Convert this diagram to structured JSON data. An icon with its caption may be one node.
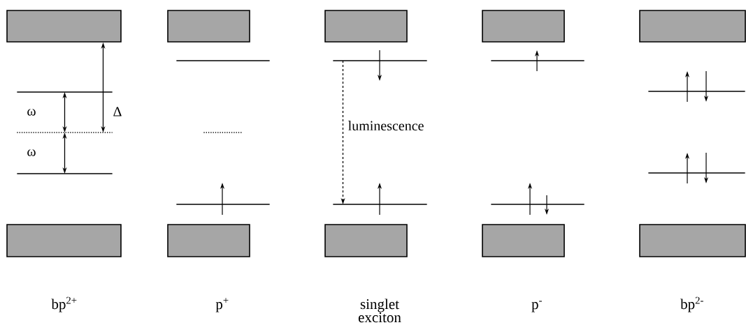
{
  "diagram": {
    "nodes": [
      {
        "text": [],
        "shape": "box"
      },
      {
        "text": [],
        "shape": "line"
      },
      {
        "text": [],
        "shape": "line"
      },
      {
        "text": [],
        "shape": "line"
      },
      {
        "text": [],
        "shape": "box"
      },
      {
        "text": [],
        "shape": "box"
      },
      {
        "text": [],
        "shape": "line"
      },
      {
        "text": [],
        "shape": "line"
      },
      {
        "text": [],
        "shape": "line"
      },
      {
        "text": [],
        "shape": "box"
      },
      {
        "text": [],
        "shape": "box"
      },
      {
        "text": [],
        "shape": "line"
      },
      {
        "text": [],
        "shape": "line"
      },
      {
        "text": [],
        "shape": "box"
      },
      {
        "text": [],
        "shape": "box"
      },
      {
        "text": [],
        "shape": "line"
      },
      {
        "text": [],
        "shape": "line"
      },
      {
        "text": [],
        "shape": "box"
      },
      {
        "text": [],
        "shape": "box"
      },
      {
        "text": [],
        "shape": "line"
      },
      {
        "text": [],
        "shape": "line"
      },
      {
        "text": [],
        "shape": "box"
      }
    ],
    "edges": [
      {
        "from": 1,
        "to": 2,
        "arrow": "both",
        "label": "ω"
      },
      {
        "from": 2,
        "to": 3,
        "arrow": "both",
        "label": "ω"
      },
      {
        "from": 2,
        "to": 0,
        "arrow": "both",
        "label": "Δ"
      },
      {
        "from": 11,
        "to": 12,
        "arrow": "to",
        "label": "luminescence",
        "style": "dashed"
      }
    ],
    "labels": [
      "bp$^{2+}$",
      "p$^{+}$",
      "singlet exciton",
      "p$^{-}$",
      "bp$^{2-}$"
    ]
  }
}
